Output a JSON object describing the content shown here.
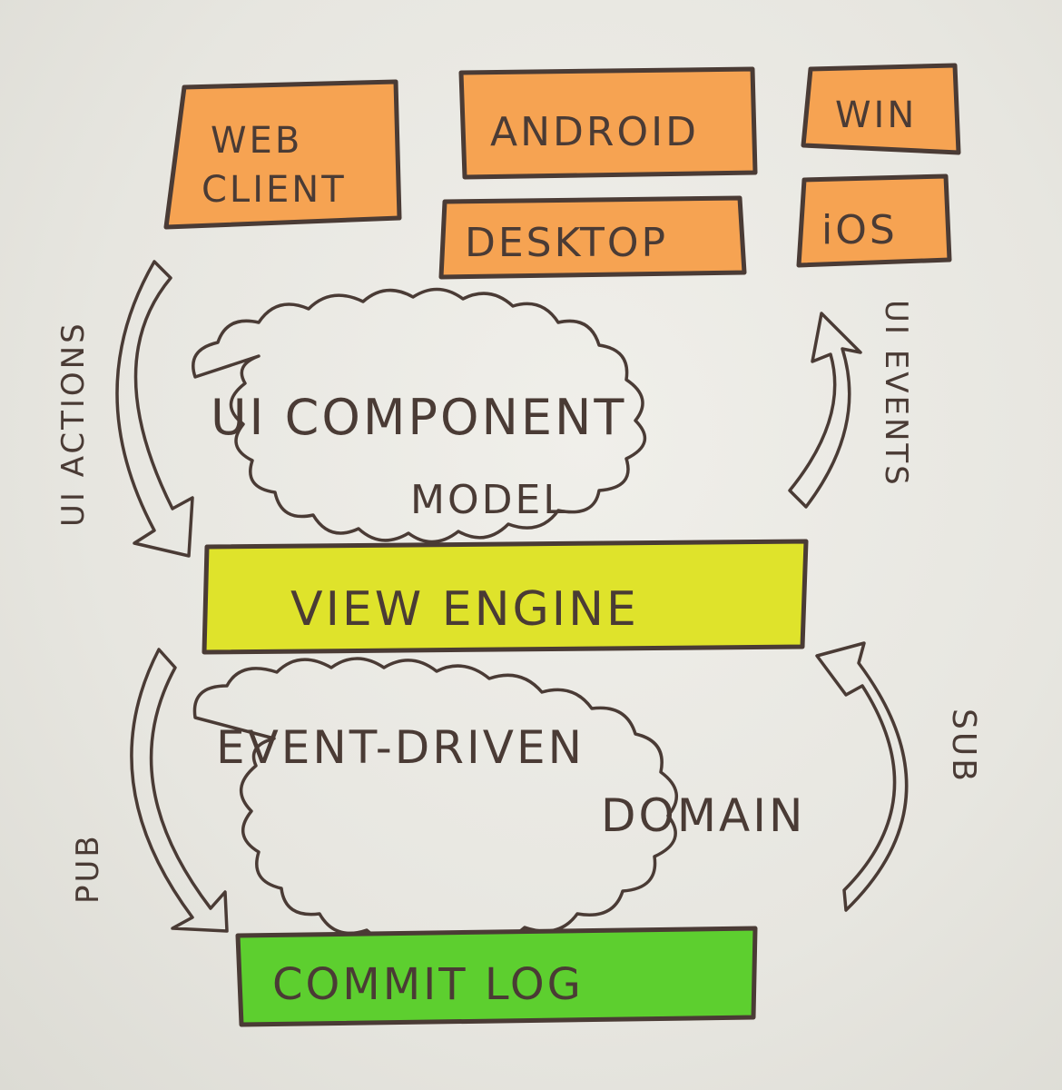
{
  "platforms": {
    "web_client": [
      "WEB",
      "CLIENT"
    ],
    "android": "ANDROID",
    "win": "WIN",
    "desktop": "DESKTOP",
    "ios": "iOS"
  },
  "ui_component_model": [
    "UI COMPONENT",
    "MODEL"
  ],
  "view_engine": "VIEW ENGINE",
  "event_driven_domain": [
    "EVENT-DRIVEN",
    "DOMAIN"
  ],
  "commit_log": "COMMIT LOG",
  "arrows": {
    "ui_actions": "UI ACTIONS",
    "ui_events": "UI EVENTS",
    "pub": "PUB",
    "sub": "SUB"
  },
  "colors": {
    "platform_box": "#f6a352",
    "view_engine_box": "#dfe32b",
    "commit_log_box": "#5dcf2f",
    "ink": "#4a3b35"
  }
}
